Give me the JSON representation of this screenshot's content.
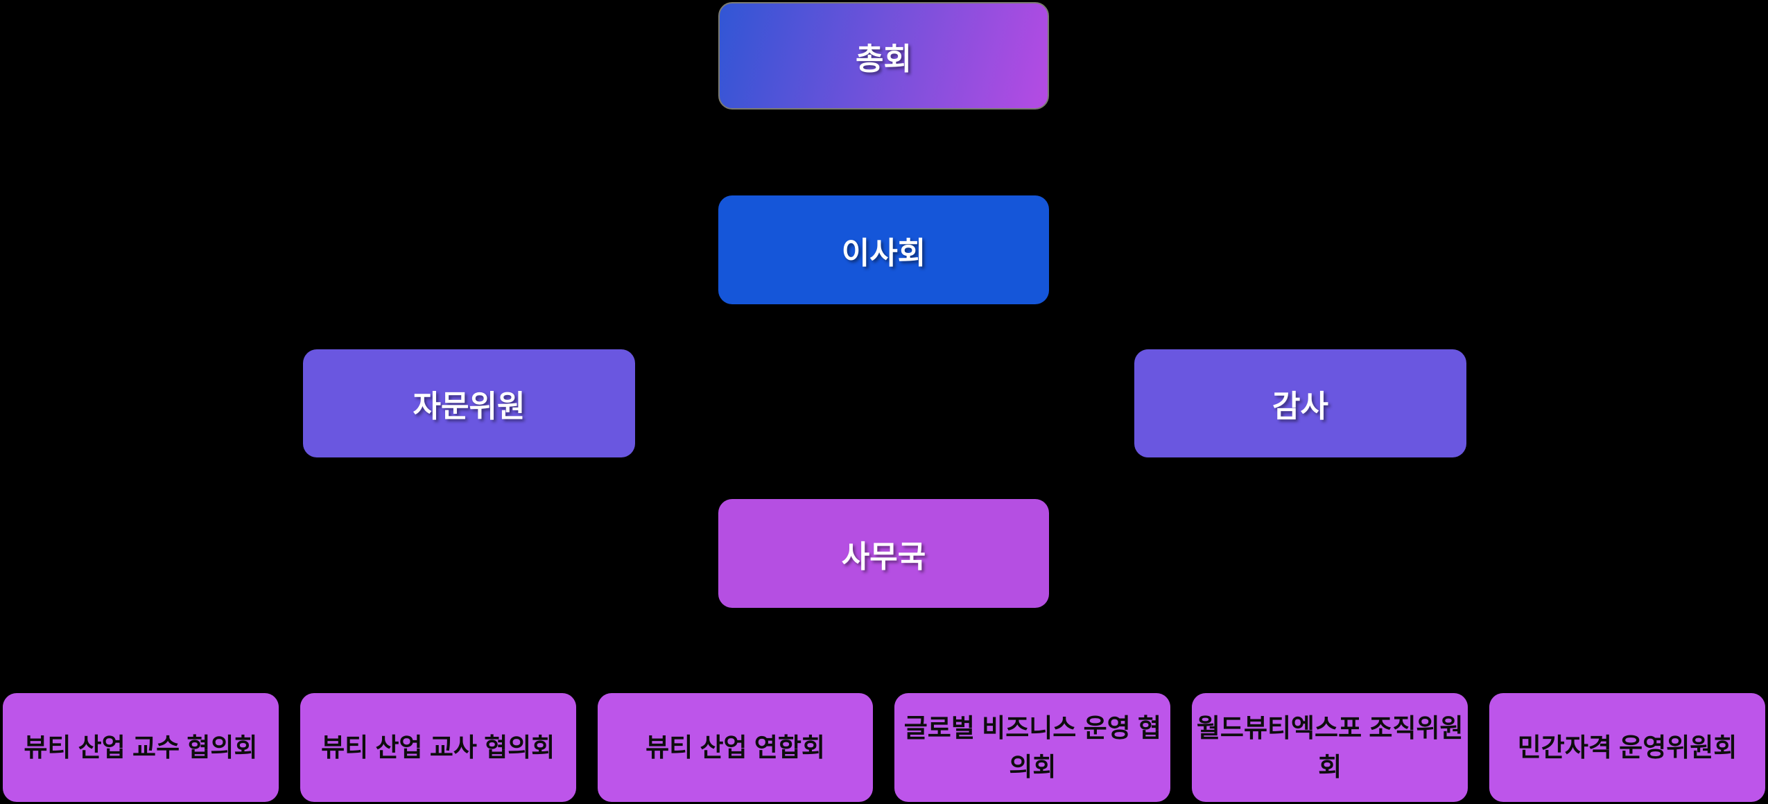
{
  "org": {
    "title": "organization-chart",
    "nodes": {
      "assembly": {
        "label": "총회"
      },
      "board": {
        "label": "이사회"
      },
      "advisory": {
        "label": "자문위원"
      },
      "audit": {
        "label": "감사"
      },
      "secretariat": {
        "label": "사무국"
      }
    },
    "committees": [
      {
        "label": "뷰티 산업\n교수 협의회"
      },
      {
        "label": "뷰티 산업\n교사 협의회"
      },
      {
        "label": "뷰티 산업\n연합회"
      },
      {
        "label": "글로벌 비즈니스\n운영 협의회"
      },
      {
        "label": "월드뷰티엑스포\n조직위원회"
      },
      {
        "label": "민간자격\n운영위원회"
      }
    ],
    "colors": {
      "background": "#000000",
      "assembly_gradient_start": "#3156d5",
      "assembly_gradient_end": "#b54be3",
      "assembly_border": "#7b7b71",
      "board": "#1556d9",
      "advisory_audit": "#6a57e0",
      "secretariat": "#b54fe2",
      "committee": "#bd55ea",
      "text_light": "#ffffff",
      "text_dark": "#0d0d0d"
    }
  }
}
